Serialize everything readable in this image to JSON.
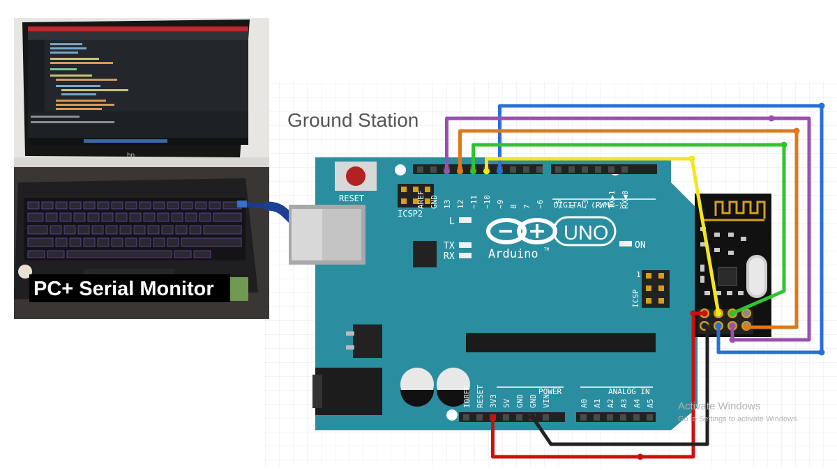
{
  "photo": {
    "caption": "PC+ Serial Monitor",
    "laptop_brand": "hp"
  },
  "diagram": {
    "title": "Ground Station",
    "board": {
      "reset_label": "RESET",
      "icsp2_label": "ICSP2",
      "icsp_label": "ICSP",
      "icsp_pin1": "1",
      "led_l": "L",
      "led_tx": "TX",
      "led_rx": "RX",
      "led_on": "ON",
      "logo_text": "Arduino",
      "tm": "TM",
      "uno": "UNO",
      "digital_label": "DIGITAL (PWM=~)",
      "power_label": "POWER",
      "analog_label": "ANALOG IN",
      "top_pins": [
        "AREF",
        "GND",
        "13",
        "12",
        "~11",
        "~10",
        "~9",
        "8",
        "7",
        "~6",
        "~5",
        "4",
        "~3",
        "2",
        "TX▶1",
        "RX◀0"
      ],
      "bottom_pins": [
        "IOREF",
        "RESET",
        "3V3",
        "5V",
        "GND",
        "GND",
        "VIN",
        "A0",
        "A1",
        "A2",
        "A3",
        "A4",
        "A5"
      ]
    },
    "wire_colors": {
      "blue": "#2a6fd6",
      "purple": "#9b4fb0",
      "orange": "#e07818",
      "green": "#2fc42f",
      "yellow": "#f4e61c",
      "red": "#cc1010",
      "black": "#222222"
    },
    "board_color": "#2a8ea0"
  },
  "watermark": {
    "title": "Activate Windows",
    "subtitle": "Go to Settings to activate Windows."
  }
}
